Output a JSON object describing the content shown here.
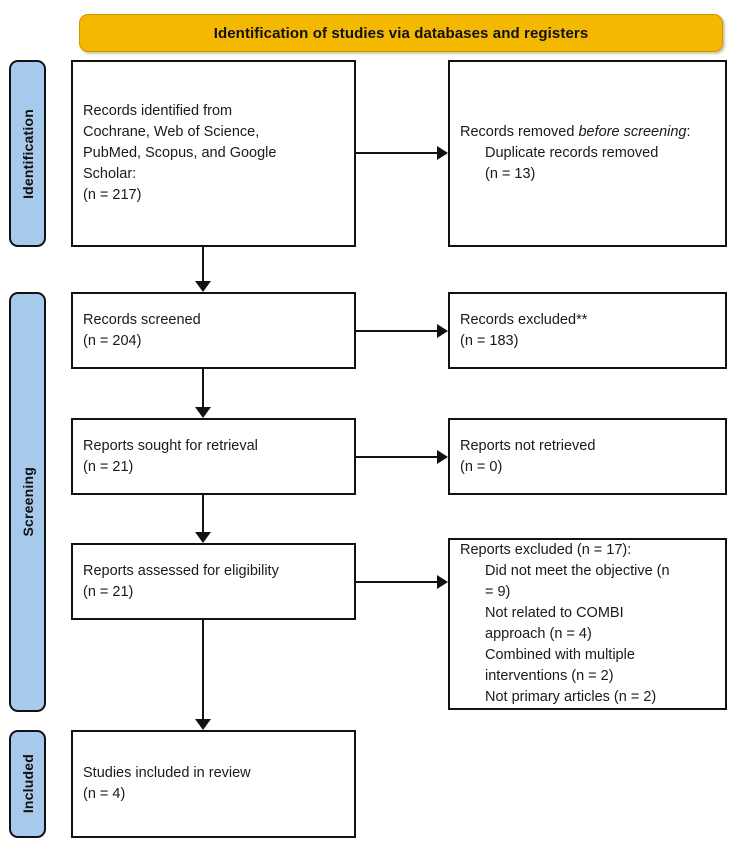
{
  "diagram": {
    "type": "prisma-flow-diagram",
    "banner": {
      "title": "Identification of studies via databases and registers",
      "color": "#f5b800"
    },
    "phases": [
      {
        "key": "identification",
        "label": "Identification",
        "color": "#a6c9ec"
      },
      {
        "key": "screening",
        "label": "Screening",
        "color": "#a6c9ec"
      },
      {
        "key": "included",
        "label": "Included",
        "color": "#a6c9ec"
      }
    ],
    "boxes": {
      "identified": {
        "line1": "Records identified from",
        "line2": "Cochrane, Web of Science,",
        "line3": "PubMed, Scopus, and Google",
        "line4": "Scholar:",
        "count": "(n = 217)"
      },
      "removed": {
        "lead_plain": "Records removed ",
        "lead_italic": "before screening",
        "lead_colon": ":",
        "item": "Duplicate records removed",
        "count": "(n = 13)"
      },
      "screened": {
        "label": "Records screened",
        "count": "(n = 204)"
      },
      "excluded": {
        "label": "Records excluded**",
        "count": "(n = 183)"
      },
      "sought": {
        "label": "Reports sought for retrieval",
        "count": "(n = 21)"
      },
      "not_retrieved": {
        "label": "Reports not retrieved",
        "count": "(n = 0)"
      },
      "assessed": {
        "label": "Reports assessed for eligibility",
        "count": "(n = 21)"
      },
      "excluded_reasons": {
        "header": "Reports excluded (n = 17):",
        "reason1": "Did not meet the objective (n",
        "reason1b": "= 9)",
        "reason2": "Not related to COMBI",
        "reason2b": "approach (n = 4)",
        "reason3": "Combined with multiple",
        "reason3b": "interventions (n = 2)",
        "reason4": "Not primary articles (n = 2)"
      },
      "included": {
        "label": "Studies included in review",
        "count": "(n = 4)"
      }
    }
  }
}
